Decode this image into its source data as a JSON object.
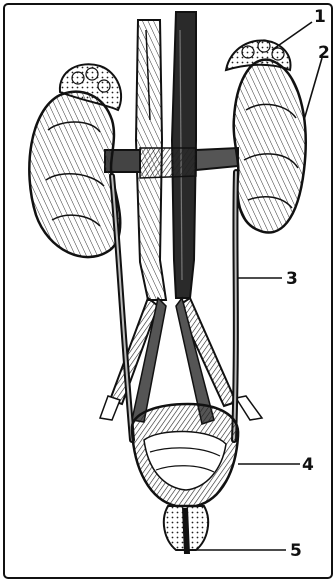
{
  "diagram": {
    "callouts": [
      {
        "number": "1"
      },
      {
        "number": "2"
      },
      {
        "number": "3"
      },
      {
        "number": "4"
      },
      {
        "number": "5"
      }
    ]
  },
  "colors": {
    "ink": "#111111",
    "paper": "#ffffff",
    "shade": "#3a3a3a",
    "light_shade": "#9a9a9a"
  }
}
